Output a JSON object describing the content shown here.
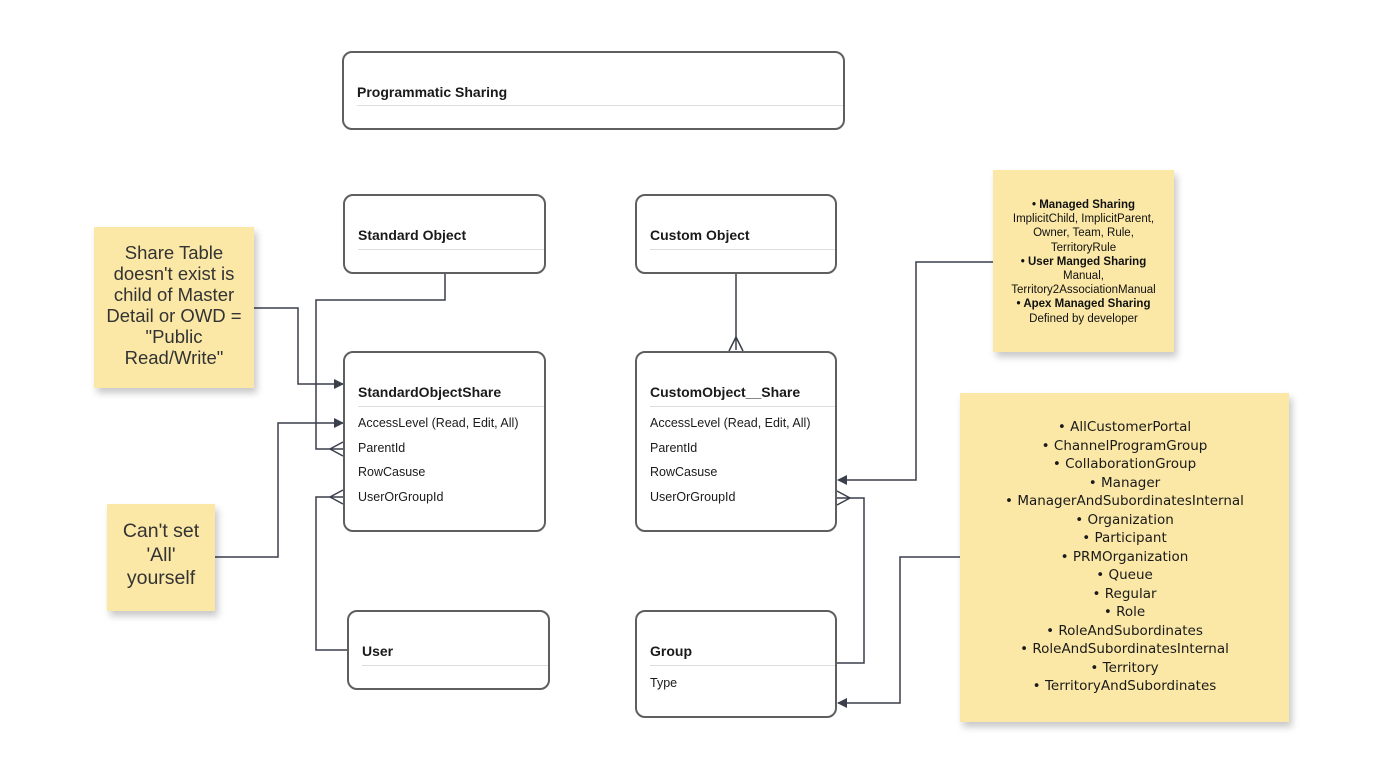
{
  "diagram": {
    "title_box": {
      "label": "Programmatic Sharing"
    },
    "entities": {
      "standard_object": {
        "title": "Standard Object"
      },
      "custom_object": {
        "title": "Custom Object"
      },
      "standard_object_share": {
        "title": "StandardObjectShare",
        "fields": [
          "AccessLevel (Read, Edit, All)",
          "ParentId",
          "RowCasuse",
          "UserOrGroupId"
        ]
      },
      "custom_object_share": {
        "title": "CustomObject__Share",
        "fields": [
          "AccessLevel (Read, Edit, All)",
          "ParentId",
          "RowCasuse",
          "UserOrGroupId"
        ]
      },
      "user": {
        "title": "User"
      },
      "group": {
        "title": "Group",
        "fields": [
          "Type"
        ]
      }
    },
    "notes": {
      "share_table": [
        "Share Table",
        "doesn't exist is",
        "child of Master",
        "Detail or OWD =",
        "\"Public",
        "Read/Write\""
      ],
      "cant_set_all": [
        "Can't set",
        "'All'",
        "yourself"
      ],
      "sharing_reasons": [
        {
          "heading": "Managed Sharing",
          "lines": [
            "ImplicitChild, ImplicitParent,",
            "Owner, Team, Rule,",
            "TerritoryRule"
          ]
        },
        {
          "heading": "User Manged Sharing",
          "lines": [
            "Manual,",
            "Territory2AssociationManual"
          ]
        },
        {
          "heading": "Apex Managed Sharing",
          "lines": [
            "Defined by developer"
          ]
        }
      ],
      "group_types": [
        "AllCustomerPortal",
        "ChannelProgramGroup",
        "CollaborationGroup",
        "Manager",
        "ManagerAndSubordinatesInternal",
        "Organization",
        "Participant",
        "PRMOrganization",
        "Queue",
        "Regular",
        "Role",
        "RoleAndSubordinates",
        "RoleAndSubordinatesInternal",
        "Territory",
        "TerritoryAndSubordinates"
      ]
    },
    "bullet": "•",
    "colors": {
      "sticky_note": "#fbe8a6",
      "entity_border": "#5f5f5f",
      "connector": "#3a3f4b"
    }
  }
}
